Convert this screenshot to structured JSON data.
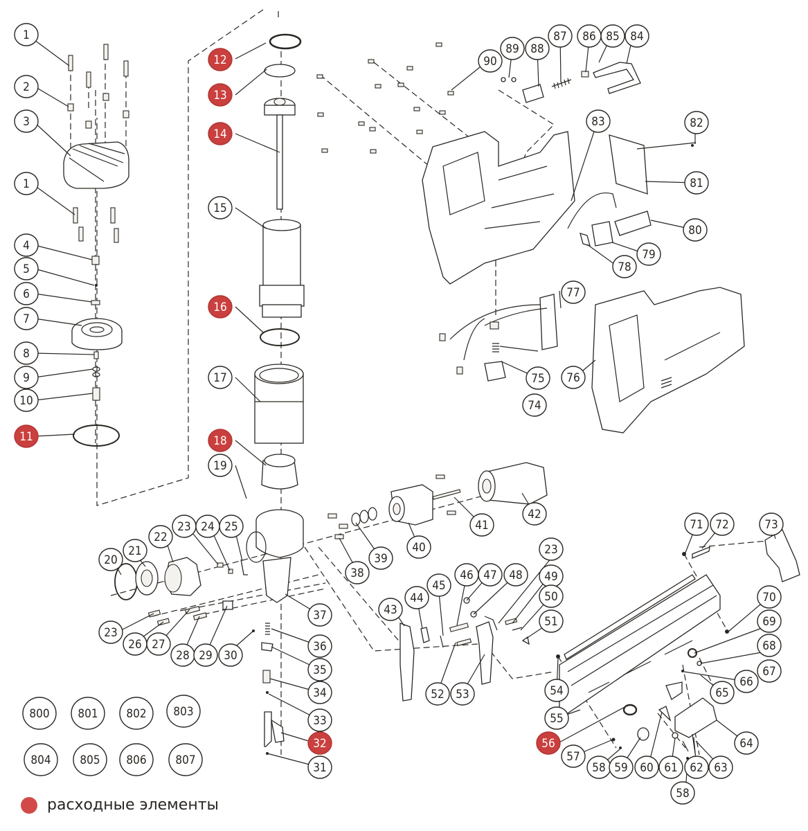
{
  "diagram": {
    "type": "exploded-parts-diagram",
    "subject": "cordless nailer",
    "colors": {
      "line": "#2a2622",
      "consumable": "#c9403e",
      "background": "#ffffff"
    },
    "callouts": [
      {
        "id": "c1a",
        "label": "1",
        "consumable": false
      },
      {
        "id": "c2",
        "label": "2",
        "consumable": false
      },
      {
        "id": "c3",
        "label": "3",
        "consumable": false
      },
      {
        "id": "c1b",
        "label": "1",
        "consumable": false
      },
      {
        "id": "c4",
        "label": "4",
        "consumable": false
      },
      {
        "id": "c5",
        "label": "5",
        "consumable": false
      },
      {
        "id": "c6",
        "label": "6",
        "consumable": false
      },
      {
        "id": "c7",
        "label": "7",
        "consumable": false
      },
      {
        "id": "c8",
        "label": "8",
        "consumable": false
      },
      {
        "id": "c9",
        "label": "9",
        "consumable": false
      },
      {
        "id": "c10",
        "label": "10",
        "consumable": false
      },
      {
        "id": "c11",
        "label": "11",
        "consumable": true
      },
      {
        "id": "c12",
        "label": "12",
        "consumable": true
      },
      {
        "id": "c13",
        "label": "13",
        "consumable": true
      },
      {
        "id": "c14",
        "label": "14",
        "consumable": true
      },
      {
        "id": "c15",
        "label": "15",
        "consumable": false
      },
      {
        "id": "c16",
        "label": "16",
        "consumable": true
      },
      {
        "id": "c17",
        "label": "17",
        "consumable": false
      },
      {
        "id": "c18",
        "label": "18",
        "consumable": true
      },
      {
        "id": "c19",
        "label": "19",
        "consumable": false
      },
      {
        "id": "c20",
        "label": "20",
        "consumable": false
      },
      {
        "id": "c21",
        "label": "21",
        "consumable": false
      },
      {
        "id": "c22",
        "label": "22",
        "consumable": false
      },
      {
        "id": "c23a",
        "label": "23",
        "consumable": false
      },
      {
        "id": "c24",
        "label": "24",
        "consumable": false
      },
      {
        "id": "c25",
        "label": "25",
        "consumable": false
      },
      {
        "id": "c23b",
        "label": "23",
        "consumable": false
      },
      {
        "id": "c26",
        "label": "26",
        "consumable": false
      },
      {
        "id": "c27",
        "label": "27",
        "consumable": false
      },
      {
        "id": "c28",
        "label": "28",
        "consumable": false
      },
      {
        "id": "c29",
        "label": "29",
        "consumable": false
      },
      {
        "id": "c30",
        "label": "30",
        "consumable": false
      },
      {
        "id": "c31",
        "label": "31",
        "consumable": false
      },
      {
        "id": "c32",
        "label": "32",
        "consumable": true
      },
      {
        "id": "c33",
        "label": "33",
        "consumable": false
      },
      {
        "id": "c34",
        "label": "34",
        "consumable": false
      },
      {
        "id": "c35",
        "label": "35",
        "consumable": false
      },
      {
        "id": "c36",
        "label": "36",
        "consumable": false
      },
      {
        "id": "c37",
        "label": "37",
        "consumable": false
      },
      {
        "id": "c38",
        "label": "38",
        "consumable": false
      },
      {
        "id": "c39",
        "label": "39",
        "consumable": false
      },
      {
        "id": "c40",
        "label": "40",
        "consumable": false
      },
      {
        "id": "c41",
        "label": "41",
        "consumable": false
      },
      {
        "id": "c42",
        "label": "42",
        "consumable": false
      },
      {
        "id": "c43",
        "label": "43",
        "consumable": false
      },
      {
        "id": "c44",
        "label": "44",
        "consumable": false
      },
      {
        "id": "c45",
        "label": "45",
        "consumable": false
      },
      {
        "id": "c46",
        "label": "46",
        "consumable": false
      },
      {
        "id": "c47",
        "label": "47",
        "consumable": false
      },
      {
        "id": "c48",
        "label": "48",
        "consumable": false
      },
      {
        "id": "c23c",
        "label": "23",
        "consumable": false
      },
      {
        "id": "c49",
        "label": "49",
        "consumable": false
      },
      {
        "id": "c50",
        "label": "50",
        "consumable": false
      },
      {
        "id": "c51",
        "label": "51",
        "consumable": false
      },
      {
        "id": "c52",
        "label": "52",
        "consumable": false
      },
      {
        "id": "c53",
        "label": "53",
        "consumable": false
      },
      {
        "id": "c54",
        "label": "54",
        "consumable": false
      },
      {
        "id": "c55",
        "label": "55",
        "consumable": false
      },
      {
        "id": "c56",
        "label": "56",
        "consumable": true
      },
      {
        "id": "c57",
        "label": "57",
        "consumable": false
      },
      {
        "id": "c58a",
        "label": "58",
        "consumable": false
      },
      {
        "id": "c59",
        "label": "59",
        "consumable": false
      },
      {
        "id": "c60",
        "label": "60",
        "consumable": false
      },
      {
        "id": "c61",
        "label": "61",
        "consumable": false
      },
      {
        "id": "c58b",
        "label": "58",
        "consumable": false
      },
      {
        "id": "c62",
        "label": "62",
        "consumable": false
      },
      {
        "id": "c63",
        "label": "63",
        "consumable": false
      },
      {
        "id": "c64",
        "label": "64",
        "consumable": false
      },
      {
        "id": "c65",
        "label": "65",
        "consumable": false
      },
      {
        "id": "c66",
        "label": "66",
        "consumable": false
      },
      {
        "id": "c67",
        "label": "67",
        "consumable": false
      },
      {
        "id": "c68",
        "label": "68",
        "consumable": false
      },
      {
        "id": "c69",
        "label": "69",
        "consumable": false
      },
      {
        "id": "c70",
        "label": "70",
        "consumable": false
      },
      {
        "id": "c71",
        "label": "71",
        "consumable": false
      },
      {
        "id": "c72",
        "label": "72",
        "consumable": false
      },
      {
        "id": "c73",
        "label": "73",
        "consumable": false
      },
      {
        "id": "c74",
        "label": "74",
        "consumable": false
      },
      {
        "id": "c75",
        "label": "75",
        "consumable": false
      },
      {
        "id": "c76",
        "label": "76",
        "consumable": false
      },
      {
        "id": "c77",
        "label": "77",
        "consumable": false
      },
      {
        "id": "c78",
        "label": "78",
        "consumable": false
      },
      {
        "id": "c79",
        "label": "79",
        "consumable": false
      },
      {
        "id": "c80",
        "label": "80",
        "consumable": false
      },
      {
        "id": "c81",
        "label": "81",
        "consumable": false
      },
      {
        "id": "c82",
        "label": "82",
        "consumable": false
      },
      {
        "id": "c83",
        "label": "83",
        "consumable": false
      },
      {
        "id": "c84",
        "label": "84",
        "consumable": false
      },
      {
        "id": "c85",
        "label": "85",
        "consumable": false
      },
      {
        "id": "c86",
        "label": "86",
        "consumable": false
      },
      {
        "id": "c87",
        "label": "87",
        "consumable": false
      },
      {
        "id": "c88",
        "label": "88",
        "consumable": false
      },
      {
        "id": "c89",
        "label": "89",
        "consumable": false
      },
      {
        "id": "c90",
        "label": "90",
        "consumable": false
      },
      {
        "id": "c800",
        "label": "800",
        "consumable": false
      },
      {
        "id": "c801",
        "label": "801",
        "consumable": false
      },
      {
        "id": "c802",
        "label": "802",
        "consumable": false
      },
      {
        "id": "c803",
        "label": "803",
        "consumable": false
      },
      {
        "id": "c804",
        "label": "804",
        "consumable": false
      },
      {
        "id": "c805",
        "label": "805",
        "consumable": false
      },
      {
        "id": "c806",
        "label": "806",
        "consumable": false
      },
      {
        "id": "c807",
        "label": "807",
        "consumable": false
      }
    ]
  },
  "legend": {
    "marker": "red-dot",
    "text": "расходные элементы"
  }
}
